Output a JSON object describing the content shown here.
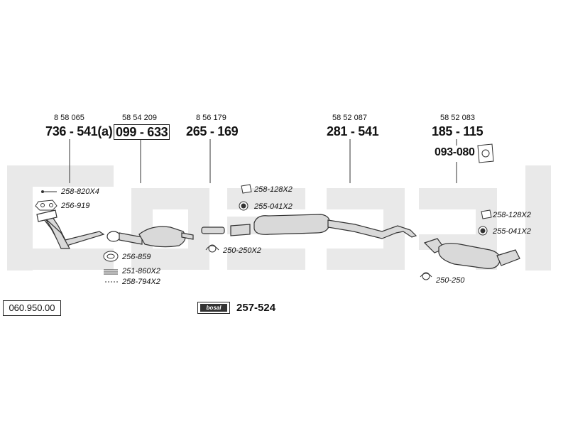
{
  "catalog_number": "060.950.00",
  "parts": [
    {
      "ref": "8 58 065",
      "part": "736 - 541(a)",
      "boxed": false
    },
    {
      "ref": "58 54 209",
      "part": "099 - 633",
      "boxed": true
    },
    {
      "ref": "8 56 179",
      "part": "265 - 169",
      "boxed": false
    },
    {
      "ref": "58 52 087",
      "part": "281 - 541",
      "boxed": false
    },
    {
      "ref": "58 52 083",
      "part": "185 - 115",
      "boxed": false
    }
  ],
  "hanger_part": "093-080",
  "accessories": [
    "258-820X4",
    "256-919",
    "256-859",
    "251-860X2",
    "258-794X2",
    "250-250X2",
    "258-128X2",
    "255-041X2",
    "258-128X2",
    "255-041X2",
    "250-250"
  ],
  "kit": {
    "logo_text": "bosal",
    "number": "257-524"
  },
  "colors": {
    "watermark": "#e8e8e8",
    "line": "#333333",
    "pipe_fill": "#d9d9d9"
  }
}
